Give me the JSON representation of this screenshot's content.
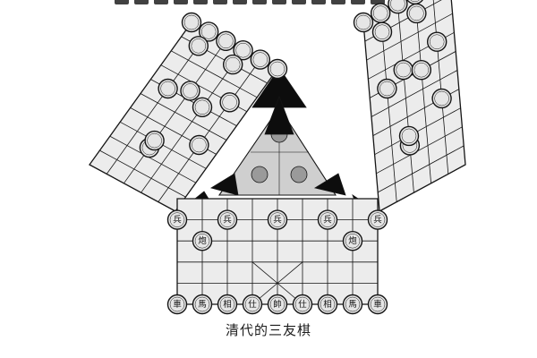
{
  "caption": "清代的三友棋",
  "bottom_board": {
    "soldiers": [
      "兵",
      "兵",
      "兵",
      "兵",
      "兵"
    ],
    "cannons": [
      "炮",
      "炮"
    ],
    "back_row": [
      "車",
      "馬",
      "相",
      "仕",
      "帥",
      "仕",
      "相",
      "馬",
      "車"
    ]
  },
  "colors": {
    "ink": "#151515",
    "board_fill": "#ececec",
    "river_fill": "#0d0d0d",
    "piece_fill": "#e6e6e6",
    "paper": "#ffffff"
  }
}
